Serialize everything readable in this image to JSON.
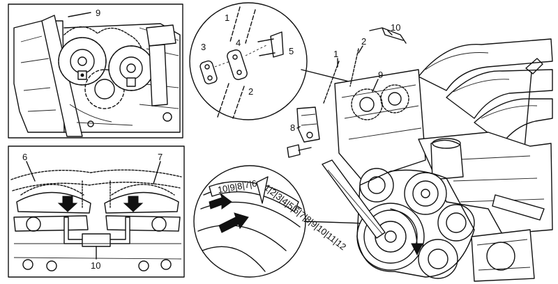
{
  "callouts": {
    "panel_top_left": [
      "9"
    ],
    "panel_bottom_left": [
      "6",
      "7",
      "10"
    ],
    "detail_circle_top": [
      "1",
      "2",
      "3",
      "4",
      "5"
    ],
    "engine_main": [
      "1",
      "2",
      "9",
      "10",
      "8"
    ]
  },
  "timing_scale_marks": "0|1|2|3|4|5|6|7|8|9|10|11|12",
  "timing_scale_marks_left": "10|9|8|7|6"
}
